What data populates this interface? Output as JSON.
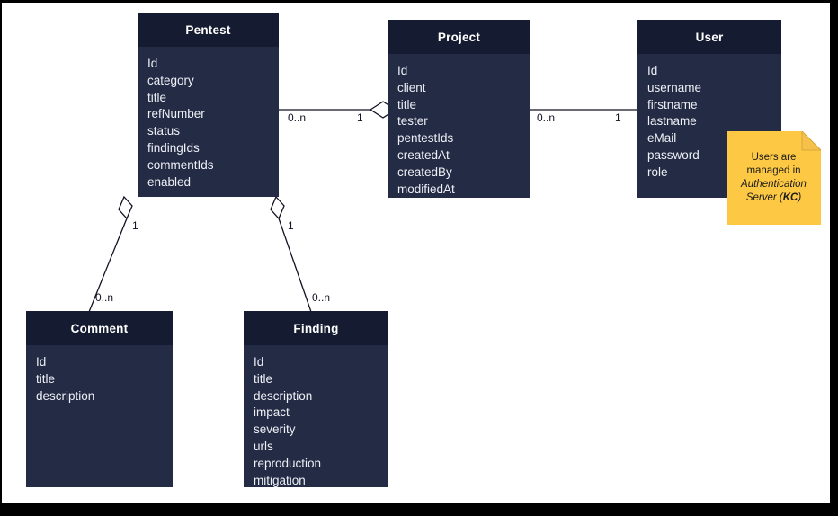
{
  "diagram": {
    "title": "Pentest domain model class diagram",
    "type": "uml-class-diagram",
    "canvas_background": "#ffffff",
    "frame_color": "#000000",
    "class_header_color": "#151b30",
    "class_body_color": "#232b45",
    "class_text_color": "#eef0f6",
    "connector_color": "#111122",
    "note_color": "#fdc945"
  },
  "classes": [
    {
      "id": "pentest",
      "name": "Pentest",
      "attributes": [
        "Id",
        "category",
        "title",
        "refNumber",
        "status",
        "findingIds",
        "commentIds",
        "enabled"
      ]
    },
    {
      "id": "project",
      "name": "Project",
      "attributes": [
        "Id",
        "client",
        "title",
        "tester",
        "pentestIds",
        "createdAt",
        "createdBy",
        "modifiedAt"
      ]
    },
    {
      "id": "user",
      "name": "User",
      "attributes": [
        "Id",
        "username",
        "firstname",
        "lastname",
        "eMail",
        "password",
        "role"
      ]
    },
    {
      "id": "comment",
      "name": "Comment",
      "attributes": [
        "Id",
        "title",
        "description"
      ]
    },
    {
      "id": "finding",
      "name": "Finding",
      "attributes": [
        "Id",
        "title",
        "description",
        "impact",
        "severity",
        "urls",
        "reproduction",
        "mitigation"
      ]
    }
  ],
  "relations": [
    {
      "id": "pentest-project",
      "from": "Pentest",
      "to": "Project",
      "from_multiplicity": "0..n",
      "to_multiplicity": "1",
      "kind": "aggregation",
      "diamond_end": "to"
    },
    {
      "id": "project-user",
      "from": "Project",
      "to": "User",
      "from_multiplicity": "0..n",
      "to_multiplicity": "1",
      "kind": "association",
      "diamond_end": "none"
    },
    {
      "id": "pentest-comment",
      "from": "Pentest",
      "to": "Comment",
      "from_multiplicity": "1",
      "to_multiplicity": "0..n",
      "kind": "aggregation",
      "diamond_end": "from"
    },
    {
      "id": "pentest-finding",
      "from": "Pentest",
      "to": "Finding",
      "from_multiplicity": "1",
      "to_multiplicity": "0..n",
      "kind": "aggregation",
      "diamond_end": "from"
    }
  ],
  "note": {
    "line1": "Users are",
    "line2": "managed in",
    "line3": "Authentication",
    "line4_prefix": "Server (",
    "line4_bold": "KC",
    "line4_suffix": ")"
  }
}
